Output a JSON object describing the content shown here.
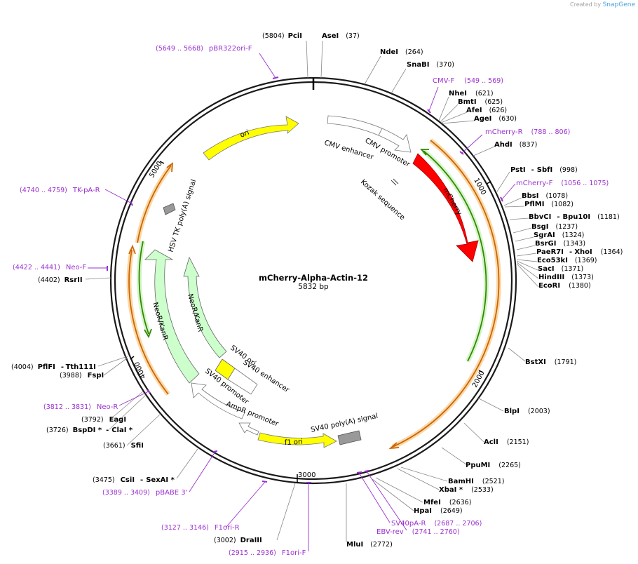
{
  "watermark": {
    "prefix": "Created by",
    "brand": "SnapGene"
  },
  "plasmid": {
    "name": "mCherry-Alpha-Actin-12",
    "size": "5832 bp"
  },
  "ticks": [
    "1000",
    "2000",
    "3000",
    "4000",
    "5000"
  ],
  "sites": {
    "pcii": {
      "name": "PciI",
      "pos": "(5804)"
    },
    "asei": {
      "name": "AseI",
      "pos": "(37)"
    },
    "ndei": {
      "name": "NdeI",
      "pos": "(264)"
    },
    "snabi": {
      "name": "SnaBI",
      "pos": "(370)"
    },
    "nhei": {
      "name": "NheI",
      "pos": "(621)"
    },
    "bmti": {
      "name": "BmtI",
      "pos": "(625)"
    },
    "afei": {
      "name": "AfeI",
      "pos": "(626)"
    },
    "agei": {
      "name": "AgeI",
      "pos": "(630)"
    },
    "ahdi": {
      "name": "AhdI",
      "pos": "(837)"
    },
    "psti": {
      "name": "PstI",
      "sep": "-",
      "name2": "SbfI",
      "pos": "(998)"
    },
    "bbsi": {
      "name": "BbsI",
      "pos": "(1078)"
    },
    "pflmi": {
      "name": "PflMI",
      "pos": "(1082)"
    },
    "bbvci": {
      "name": "BbvCI",
      "sep": "-",
      "name2": "Bpu10I",
      "pos": "(1181)"
    },
    "bsgi": {
      "name": "BsgI",
      "pos": "(1237)"
    },
    "sgrai": {
      "name": "SgrAI",
      "pos": "(1324)"
    },
    "bsrgi": {
      "name": "BsrGI",
      "pos": "(1343)"
    },
    "paer7i": {
      "name": "PaeR7I",
      "sep": "-",
      "name2": "XhoI",
      "pos": "(1364)"
    },
    "eco53ki": {
      "name": "Eco53kI",
      "pos": "(1369)"
    },
    "saci": {
      "name": "SacI",
      "pos": "(1371)"
    },
    "hindiii": {
      "name": "HindIII",
      "pos": "(1373)"
    },
    "ecori": {
      "name": "EcoRI",
      "pos": "(1380)"
    },
    "bstxi": {
      "name": "BstXI",
      "pos": "(1791)"
    },
    "blpi": {
      "name": "BlpI",
      "pos": "(2003)"
    },
    "acli": {
      "name": "AclI",
      "pos": "(2151)"
    },
    "ppumi": {
      "name": "PpuMI",
      "pos": "(2265)"
    },
    "bamhi": {
      "name": "BamHI",
      "pos": "(2521)"
    },
    "xbai": {
      "name": "XbaI *",
      "pos": "(2533)"
    },
    "mfei": {
      "name": "MfeI",
      "pos": "(2636)"
    },
    "hpai": {
      "name": "HpaI",
      "pos": "(2649)"
    },
    "mlui": {
      "name": "MluI",
      "pos": "(2772)"
    },
    "draiii": {
      "name": "DraIII",
      "pos": "(3002)"
    },
    "csii": {
      "name": "CsiI",
      "sep": "-",
      "name2": "SexAI *",
      "pos": "(3475)"
    },
    "sfii": {
      "name": "SfiI",
      "pos": "(3661)"
    },
    "bspdi": {
      "name": "BspDI *",
      "sep": "-",
      "name2": "ClaI *",
      "pos": "(3726)"
    },
    "eagi": {
      "name": "EagI",
      "pos": "(3792)"
    },
    "fspi": {
      "name": "FspI",
      "pos": "(3988)"
    },
    "pflfi": {
      "name": "PflFI",
      "sep": "-",
      "name2": "Tth111I",
      "pos": "(4004)"
    },
    "rsrii": {
      "name": "RsrII",
      "pos": "(4402)"
    }
  },
  "primers": {
    "pbr322ori_f": {
      "name": "pBR322ori-F",
      "range": "(5649 .. 5668)"
    },
    "cmv_f": {
      "name": "CMV-F",
      "range": "(549 .. 569)"
    },
    "mcherry_r": {
      "name": "mCherry-R",
      "range": "(788 .. 806)"
    },
    "mcherry_f": {
      "name": "mCherry-F",
      "range": "(1056 .. 1075)"
    },
    "tk_pa_r": {
      "name": "TK-pA-R",
      "range": "(4740 .. 4759)"
    },
    "neo_f": {
      "name": "Neo-F",
      "range": "(4422 .. 4441)"
    },
    "neo_r": {
      "name": "Neo-R",
      "range": "(3812 .. 3831)"
    },
    "pbabe3": {
      "name": "pBABE 3'",
      "range": "(3389 .. 3409)"
    },
    "f1ori_r": {
      "name": "F1ori-R",
      "range": "(3127 .. 3146)"
    },
    "f1ori_f": {
      "name": "F1ori-F",
      "range": "(2915 .. 2936)"
    },
    "sv40pa_r": {
      "name": "SV40pA-R",
      "range": "(2687 .. 2706)"
    },
    "ebv_rev": {
      "name": "EBV-rev",
      "range": "(2741 .. 2760)"
    }
  },
  "features": {
    "ori": "ori",
    "cmv_enhancer": "CMV enhancer",
    "cmv_promoter": "CMV promoter",
    "kozak": "Kozak sequence",
    "mcherry": "mCherry",
    "hsv_tk": "HSV TK poly(A) signal",
    "neor1": "NeoR/KanR",
    "neor2": "NeoR/KanR",
    "sv40_ori": "SV40 ori",
    "sv40_enhancer": "SV40 enhancer",
    "sv40_promoter": "SV40 promoter",
    "ampr_promoter": "AmpR promoter",
    "f1_ori": "f1 ori",
    "sv40_polya": "SV40 poly(A) signal"
  },
  "colors": {
    "backbone": "#1a1a1a",
    "mcherry": "#ff0000",
    "ori": "#ffff00",
    "neor": "#ccffcc",
    "primer": "#9b30d0",
    "orf_orange": "#cc6600",
    "orf_green": "#338800",
    "polya": "#999999"
  }
}
